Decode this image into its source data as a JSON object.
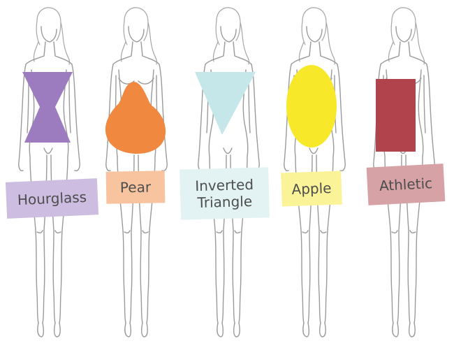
{
  "shapes": [
    {
      "label": "Hourglass",
      "shape": "hourglass",
      "color": "#9c7bbf",
      "label_bg": "#cdbde0"
    },
    {
      "label": "Pear",
      "shape": "pear",
      "color": "#f0893f",
      "label_bg": "#f8c4a0"
    },
    {
      "label": "Inverted\nTriangle",
      "shape": "inverted-triangle",
      "color": "#c5e7ea",
      "label_bg": "#e3f3f4"
    },
    {
      "label": "Apple",
      "shape": "apple",
      "color": "#f7e82a",
      "label_bg": "#faf397"
    },
    {
      "label": "Athletic",
      "shape": "rectangle",
      "color": "#b0434b",
      "label_bg": "#d6a2a6"
    }
  ]
}
